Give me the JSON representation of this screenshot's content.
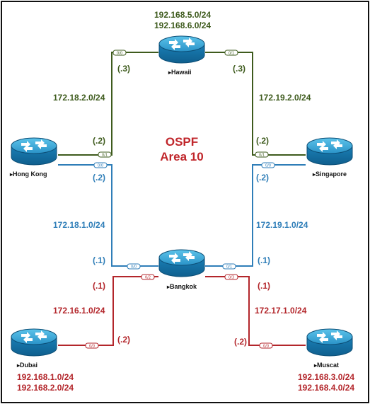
{
  "diagram": {
    "title": [
      "OSPF",
      "Area 10"
    ],
    "routers": {
      "hawaii": "Hawaii",
      "hong_kong": "Hong Kong",
      "singapore": "Singapore",
      "bangkok": "Bangkok",
      "dubai": "Dubai",
      "muscat": "Muscat"
    },
    "networks": {
      "hawaii_lan": [
        "192.168.5.0/24",
        "192.168.6.0/24"
      ],
      "hk_hawaii": "172.18.2.0/24",
      "sg_hawaii": "172.19.2.0/24",
      "hk_bangkok": "172.18.1.0/24",
      "sg_bangkok": "172.19.1.0/24",
      "dubai_bangkok": "172.16.1.0/24",
      "muscat_bangkok": "172.17.1.0/24",
      "dubai_lan": [
        "192.168.1.0/24",
        "192.168.2.0/24"
      ],
      "muscat_lan": [
        "192.168.3.0/24",
        "192.168.4.0/24"
      ]
    },
    "host_ids": {
      "hawaii_left": "(.3)",
      "hawaii_right": "(.3)",
      "hk_top": "(.2)",
      "sg_top": "(.2)",
      "hk_bottom": "(.2)",
      "sg_bottom": "(.2)",
      "bangkok_left": "(.1)",
      "bangkok_right": "(.1)",
      "bangkok_bottom_left": "(.1)",
      "bangkok_bottom_right": "(.1)",
      "dubai_port": "(.2)",
      "muscat_port": "(.2)"
    },
    "ports": {
      "hawaii_left": "0/0",
      "hawaii_right": "0/1",
      "hk_top": "0/1",
      "hk_bottom": "0/0",
      "sg_top": "0/1",
      "sg_bottom": "0/0",
      "bangkok_left": "0/0",
      "bangkok_right": "0/1",
      "bangkok_bottom_left": "0/2",
      "bangkok_bottom_right": "0/3",
      "dubai": "0/0",
      "muscat": "0/0"
    },
    "colors": {
      "green": "#3e5b1d",
      "blue": "#2f7eb8",
      "red": "#b3262b",
      "router": "#1f8fc4"
    }
  }
}
